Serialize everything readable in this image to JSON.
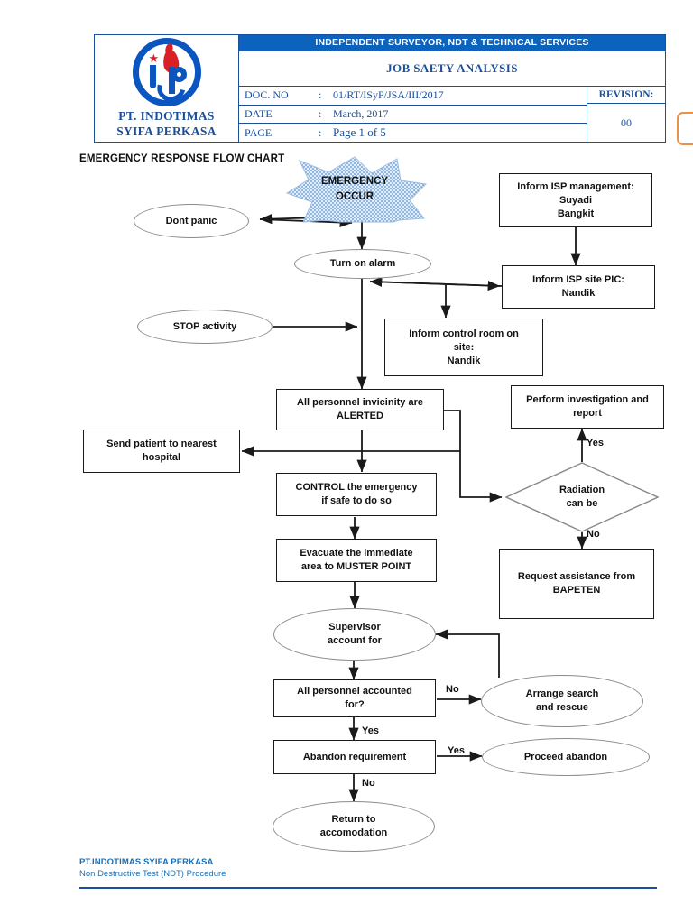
{
  "header": {
    "banner": "INDEPENDENT SURVEYOR, NDT & TECHNICAL SERVICES",
    "doc_title": "JOB SAETY ANALYSIS",
    "company_line1": "PT. INDOTIMAS",
    "company_line2": "SYIFA  PERKASA",
    "rows": [
      {
        "label": "DOC. NO",
        "colon": ":",
        "value": "01/RT/ISyP/JSA/III/2017"
      },
      {
        "label": "DATE",
        "colon": ":",
        "value": "March, 2017"
      },
      {
        "label": "PAGE",
        "colon": ":",
        "value": "Page 1 of 5"
      }
    ],
    "revision_label": "REVISION:",
    "revision_value": "00",
    "accent_blue": "#0C63BE",
    "text_blue": "#1b4f9c",
    "orange": "#E8924A"
  },
  "chart": {
    "title": "EMERGENCY RESPONSE FLOW CHART",
    "nodes": {
      "emergency_occur": "EMERGENCY\nOCCUR",
      "emergency_occur_l1": "EMERGENCY",
      "emergency_occur_l2": "OCCUR",
      "dont_panic": "Dont panic",
      "turn_on_alarm": "Turn on alarm",
      "stop_activity": "STOP activity",
      "inform_isp_management": "Inform ISP management:\nSuyadi\nBangkit",
      "inform_isp_management_l1": "Inform ISP management:",
      "inform_isp_management_l2": "Suyadi",
      "inform_isp_management_l3": "Bangkit",
      "inform_isp_site_pic_l1": "Inform ISP site PIC:",
      "inform_isp_site_pic_l2": "Nandik",
      "inform_control_room_l1": "Inform control room on",
      "inform_control_room_l2": "site:",
      "inform_control_room_l3": "Nandik",
      "all_personnel_alerted_l1": "All personnel invicinity are",
      "all_personnel_alerted_l2": "ALERTED",
      "send_patient_l1": "Send patient to nearest",
      "send_patient_l2": "hospital",
      "control_emergency_l1": "CONTROL the emergency",
      "control_emergency_l2": "if safe  to do so",
      "evacuate_l1": "Evacuate the immediate",
      "evacuate_l2": "area to MUSTER POINT",
      "perform_investigation_l1": "Perform investigation and",
      "perform_investigation_l2": "report",
      "radiation_l1": "Radiation",
      "radiation_l2": "can be",
      "request_bapeten_l1": "Request assistance from",
      "request_bapeten_l2": "BAPETEN",
      "supervisor_l1": "Supervisor",
      "supervisor_l2": "account for",
      "all_accounted_l1": "All personnel accounted",
      "all_accounted_l2": "for?",
      "arrange_search_l1": "Arrange search",
      "arrange_search_l2": "and rescue",
      "abandon_requirement": "Abandon requirement",
      "proceed_abandon": "Proceed abandon",
      "return_l1": "Return to",
      "return_l2": "accomodation"
    },
    "edge_labels": {
      "radiation_yes": "Yes",
      "radiation_no": "No",
      "accounted_no": "No",
      "accounted_yes": "Yes",
      "abandon_yes": "Yes",
      "abandon_no": "No"
    },
    "colors": {
      "star_fill": "#cfe0f3",
      "edge": "#1a1a1a",
      "ellipse_stroke": "#8a8a8a",
      "diamond_stroke": "#8a8a8a"
    }
  },
  "footer": {
    "line1": "PT.INDOTIMAS SYIFA PERKASA",
    "line2": "Non Destructive Test (NDT) Procedure"
  }
}
